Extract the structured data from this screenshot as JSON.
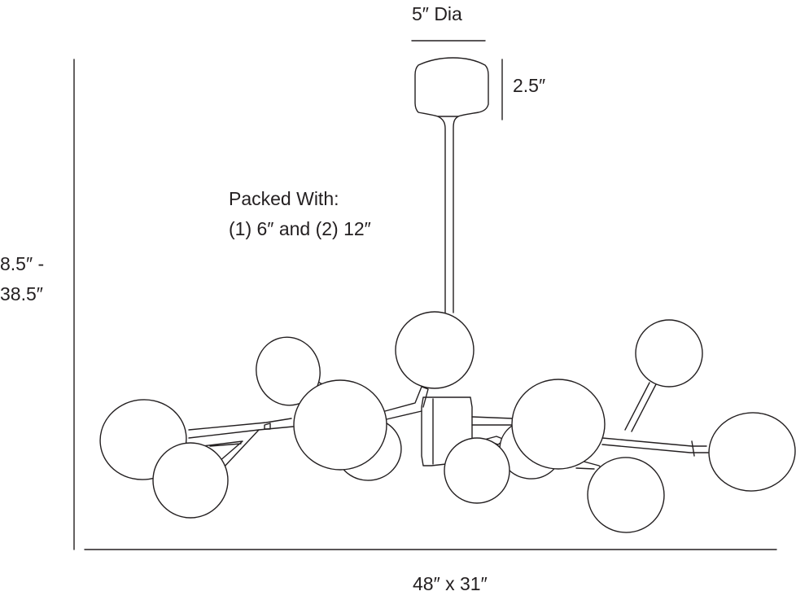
{
  "dimensions": {
    "canopy_diameter": "5″ Dia",
    "canopy_height": "2.5″",
    "height_min": "8.5″ -",
    "height_max": "38.5″",
    "overall": "48″ x 31″"
  },
  "note": {
    "title": "Packed With:",
    "detail": "(1) 6″ and (2) 12″"
  },
  "colors": {
    "line": "#231f20",
    "globe_fill": "#ffffff"
  }
}
